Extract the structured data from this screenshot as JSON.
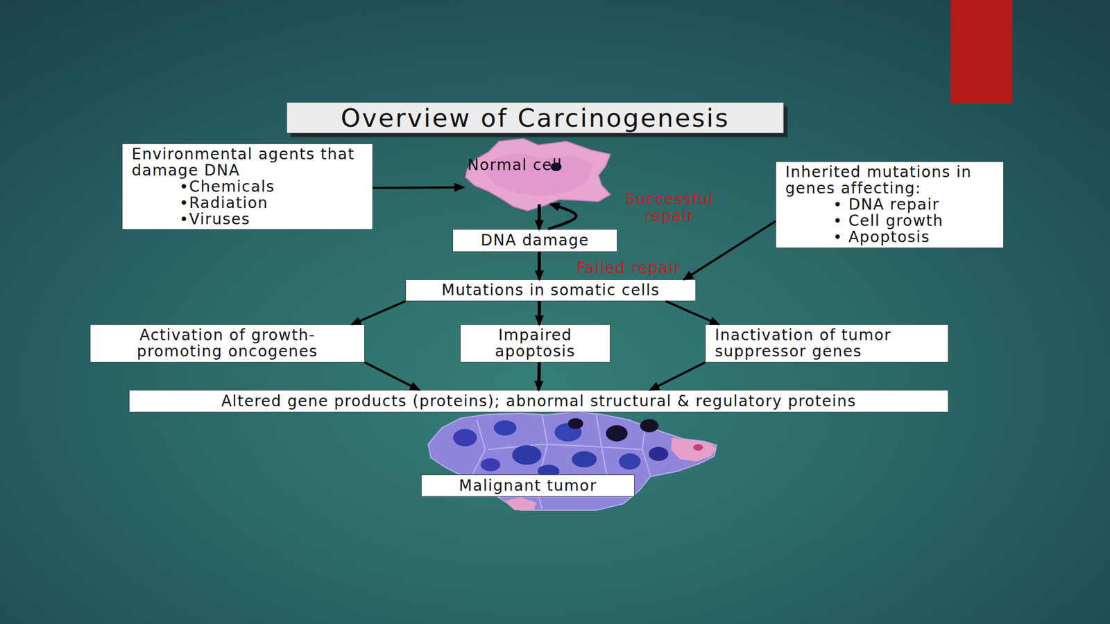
{
  "diagram": {
    "title": "Overview of Carcinogenesis",
    "nodes": [
      {
        "text": [
          "Environmental agents that damage DNA",
          "•Chemicals",
          "•Radiation",
          "•Viruses"
        ]
      },
      {
        "text": [
          "Normal cell"
        ]
      },
      {
        "text": [
          "Inherited mutations in genes affecting:",
          "• DNA repair",
          "• Cell growth",
          "• Apoptosis"
        ]
      },
      {
        "text": [
          "DNA damage"
        ]
      },
      {
        "text": [
          "Mutations in somatic cells"
        ]
      },
      {
        "text": [
          "Activation of growth- promoting oncogenes"
        ]
      },
      {
        "text": [
          "Impaired apoptosis"
        ]
      },
      {
        "text": [
          "Inactivation of tumor suppressor genes"
        ]
      },
      {
        "text": [
          "Altered gene products (proteins); abnormal structural & regulatory proteins"
        ]
      },
      {
        "text": [
          "Malignant tumor"
        ]
      }
    ],
    "edges": [
      {
        "from": 0,
        "to": 1,
        "arrow": "to"
      },
      {
        "from": 1,
        "to": 3,
        "arrow": "to"
      },
      {
        "from": 3,
        "to": 1,
        "label": "Successful repair",
        "arrow": "to"
      },
      {
        "from": 3,
        "to": 4,
        "label": "Failed repair",
        "arrow": "to"
      },
      {
        "from": 2,
        "to": 4,
        "arrow": "to"
      },
      {
        "from": 4,
        "to": 5,
        "arrow": "to"
      },
      {
        "from": 4,
        "to": 6,
        "arrow": "to"
      },
      {
        "from": 4,
        "to": 7,
        "arrow": "to"
      },
      {
        "from": 5,
        "to": 8,
        "arrow": "to"
      },
      {
        "from": 6,
        "to": 8,
        "arrow": "to"
      },
      {
        "from": 7,
        "to": 8,
        "arrow": "to"
      }
    ]
  }
}
